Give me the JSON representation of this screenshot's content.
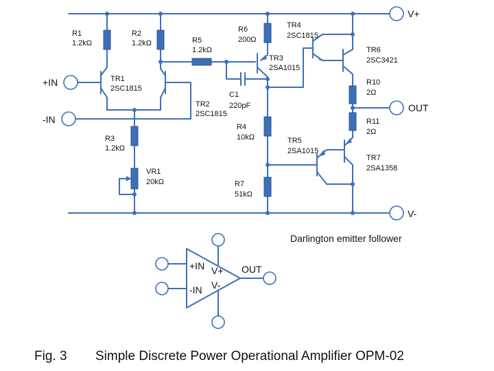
{
  "terminals": {
    "vplus": "V+",
    "vminus": "V-",
    "inplus": "+IN",
    "inminus": "-IN",
    "out": "OUT"
  },
  "components": {
    "R1": {
      "ref": "R1",
      "value": "1.2kΩ"
    },
    "R2": {
      "ref": "R2",
      "value": "1.2kΩ"
    },
    "R3": {
      "ref": "R3",
      "value": "1.2kΩ"
    },
    "VR1": {
      "ref": "VR1",
      "value": "20kΩ"
    },
    "R5": {
      "ref": "R5",
      "value": "1.2kΩ"
    },
    "R6": {
      "ref": "R6",
      "value": "200Ω"
    },
    "C1": {
      "ref": "C1",
      "value": "220pF"
    },
    "R4": {
      "ref": "R4",
      "value": "10kΩ"
    },
    "R7": {
      "ref": "R7",
      "value": "51kΩ"
    },
    "R10": {
      "ref": "R10",
      "value": "2Ω"
    },
    "R11": {
      "ref": "R11",
      "value": "2Ω"
    },
    "TR1": {
      "ref": "TR1",
      "value": "2SC1815"
    },
    "TR2": {
      "ref": "TR2",
      "value": "2SC1815"
    },
    "TR3": {
      "ref": "TR3",
      "value": "2SA1015"
    },
    "TR4": {
      "ref": "TR4",
      "value": "2SC1815"
    },
    "TR5": {
      "ref": "TR5",
      "value": "2SA1015"
    },
    "TR6": {
      "ref": "TR6",
      "value": "2SC3421"
    },
    "TR7": {
      "ref": "TR7",
      "value": "2SA1358"
    }
  },
  "annotation": "Darlington emitter follower",
  "symbol": {
    "inplus": "+IN",
    "inminus": "-IN",
    "vplus": "V+",
    "vminus": "V-",
    "out": "OUT"
  },
  "caption": {
    "fig": "Fig. 3",
    "title": "Simple Discrete Power Operational Amplifier OPM-02"
  }
}
